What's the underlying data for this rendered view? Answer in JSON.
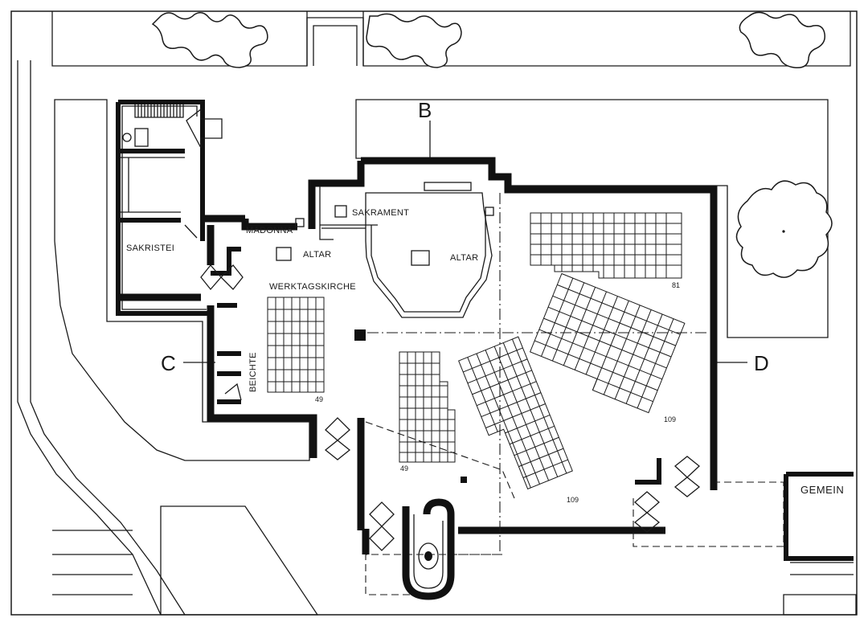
{
  "plan": {
    "section_markers": {
      "b": "B",
      "c": "C",
      "d": "D"
    },
    "rooms": {
      "sakristei": "SAKRISTEI",
      "madonna": "MADONNA",
      "sakrament": "SAKRAMENT",
      "altar_small": "ALTAR",
      "altar_main": "ALTAR",
      "werktagskirche": "WERKTAGSKIRCHE",
      "beichte": "BEICHTE",
      "gemein": "GEMEIN"
    },
    "seat_counts": {
      "north_block": "81",
      "werktag_block": "49",
      "center_block": "49",
      "middle_rotated_block": "109",
      "east_rotated_block": "109"
    }
  }
}
